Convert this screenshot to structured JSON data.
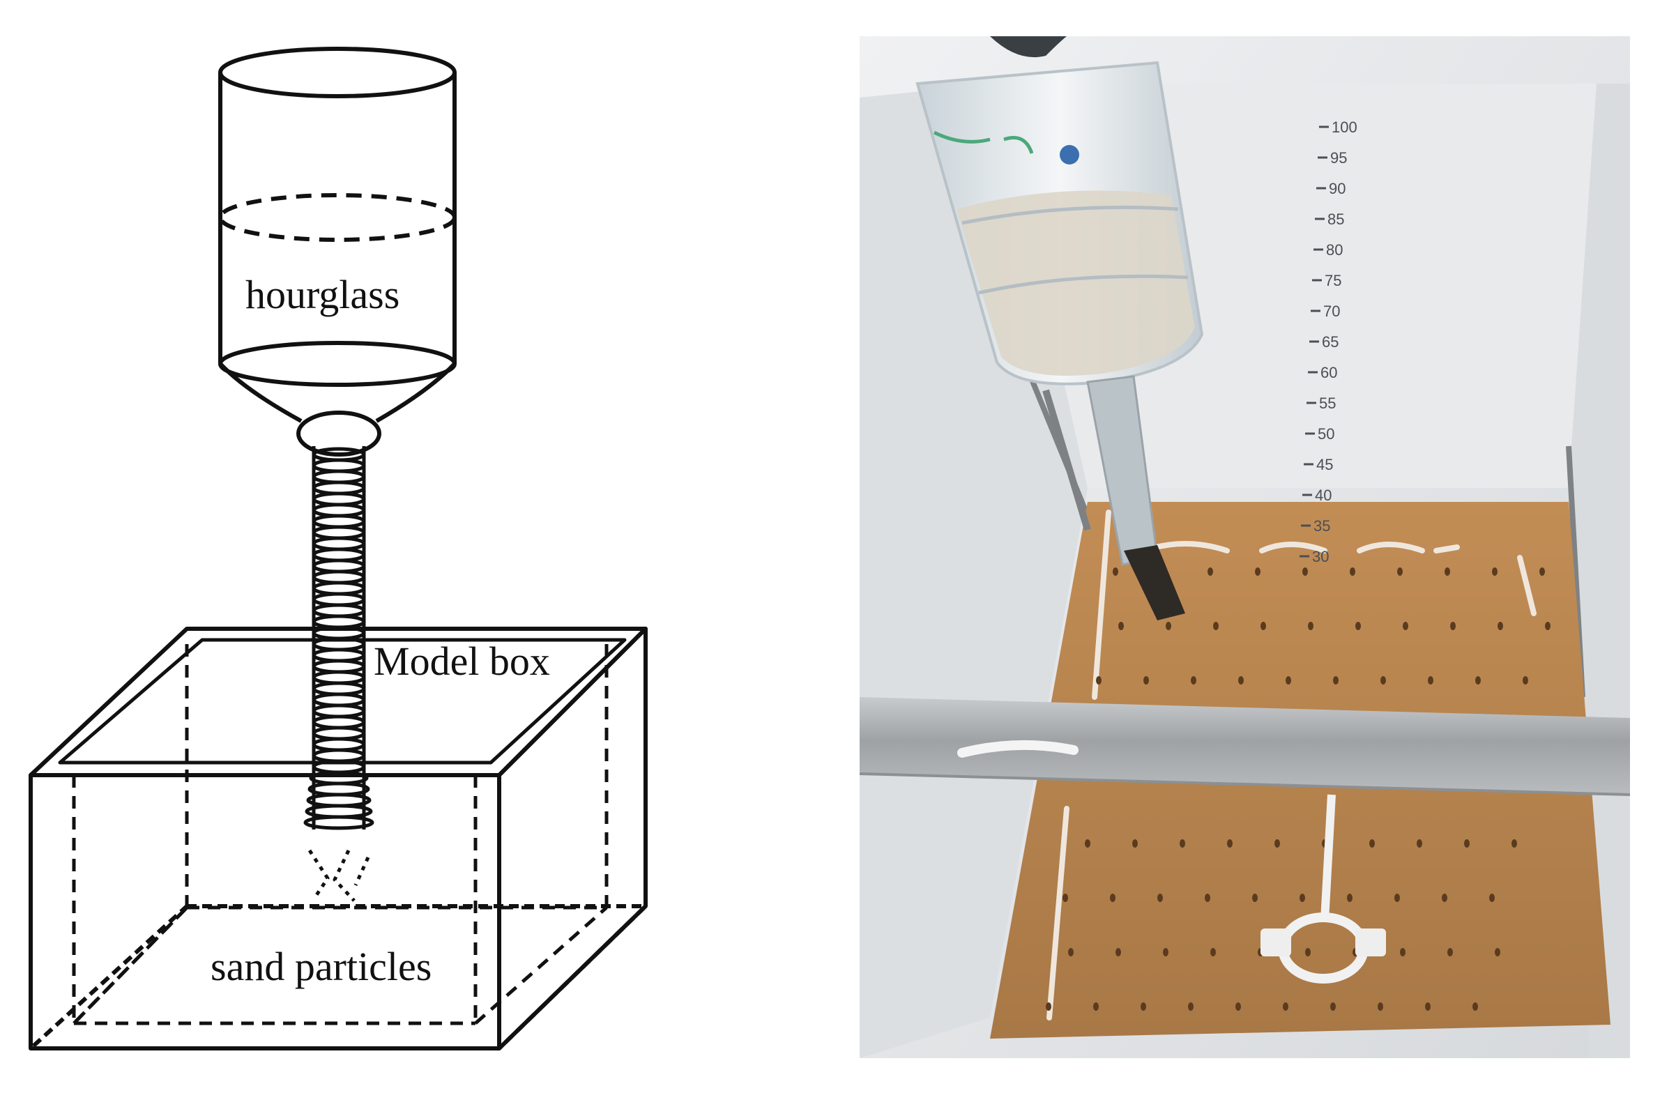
{
  "diagram": {
    "labels": {
      "hourglass": "hourglass",
      "model_box": "Model box",
      "sand_particles": "sand particles"
    }
  },
  "photo": {
    "scale_marks": [
      "100",
      "95",
      "90",
      "85",
      "80",
      "75",
      "70",
      "65",
      "60",
      "55",
      "50",
      "45",
      "40",
      "35",
      "30"
    ]
  },
  "colors": {
    "line": "#111111",
    "cloth": "#e4e6e8",
    "board": "#b5834f",
    "steel": "#a9adaf"
  }
}
